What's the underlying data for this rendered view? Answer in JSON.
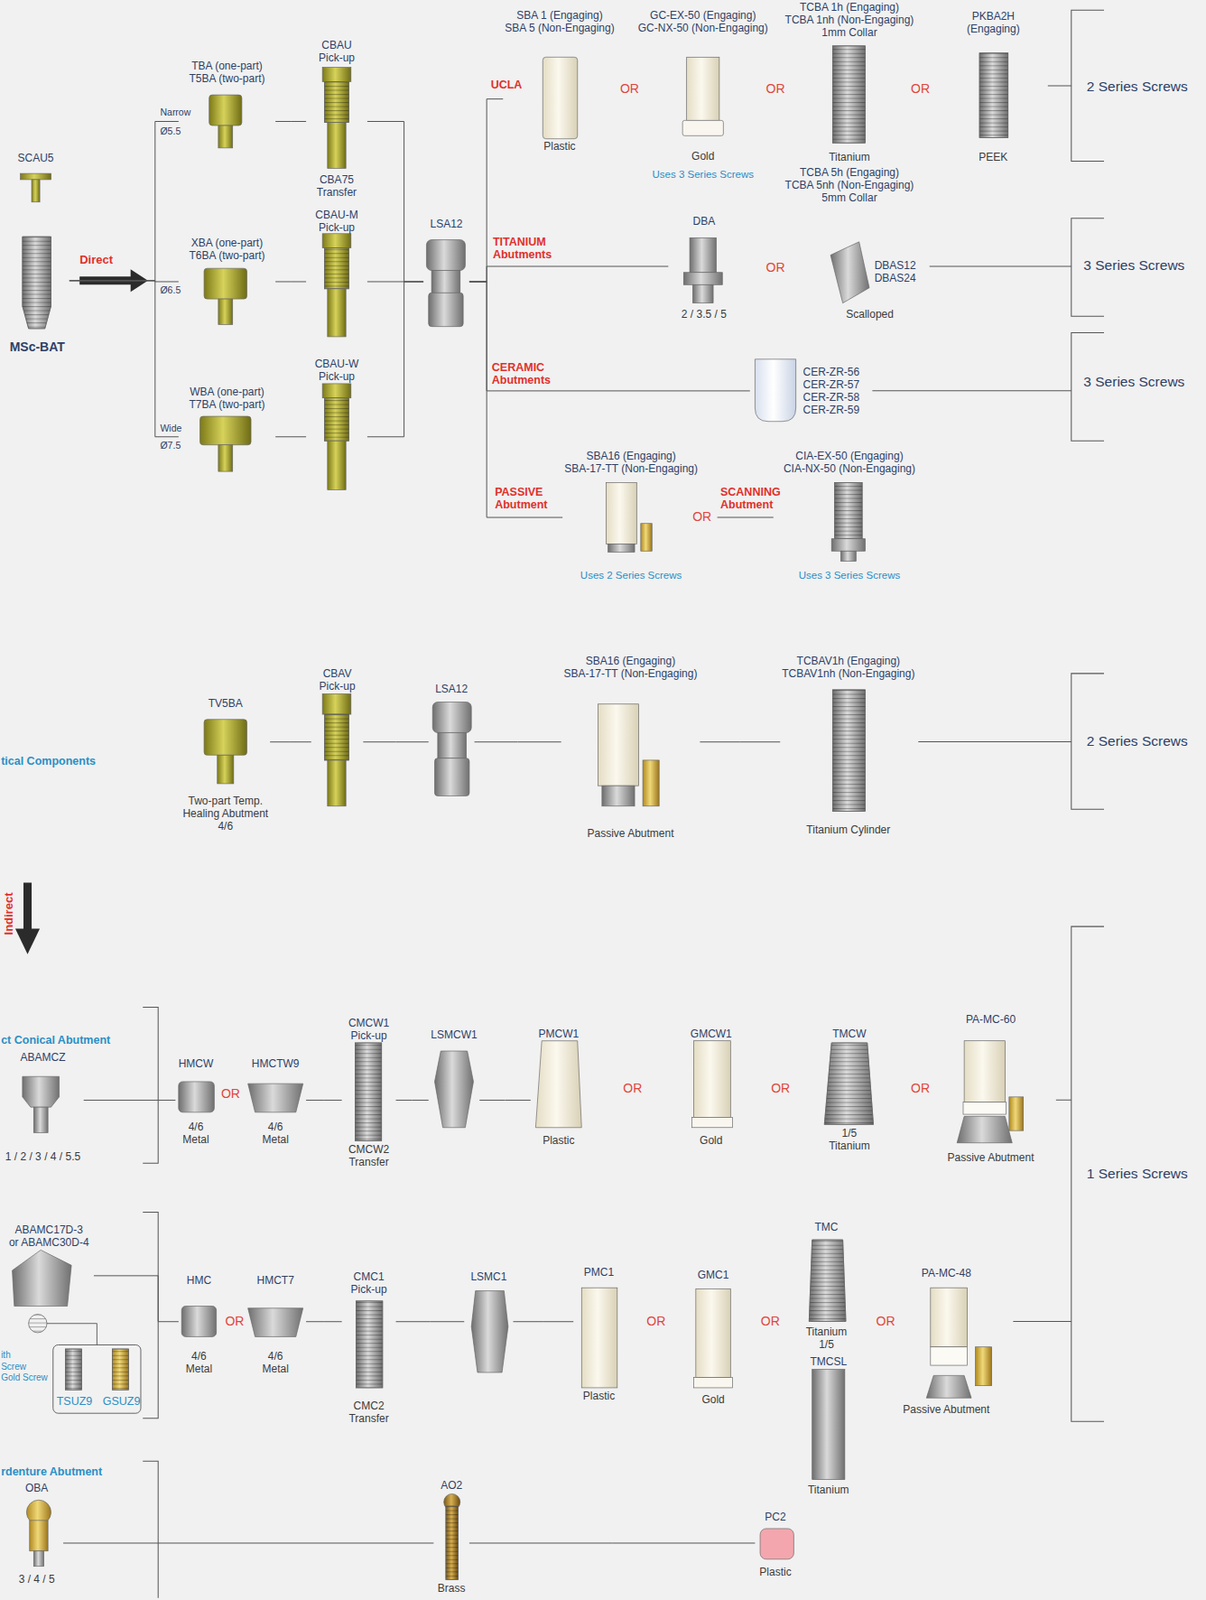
{
  "diagram": {
    "nodes": [
      {
        "text": [
          "SCAU5"
        ]
      },
      {
        "text": [
          "MSc-BAT"
        ]
      },
      {
        "text": [
          "TBA (one-part) T5BA (two-part)"
        ]
      },
      {
        "text": [
          "XBA (one-part) T6BA (two-part)"
        ]
      },
      {
        "text": [
          "WBA (one-part) T7BA (two-part)"
        ]
      },
      {
        "text": [
          "CBAU Pick-up",
          "CBA75 Transfer"
        ]
      },
      {
        "text": [
          "CBAU-M Pick-up"
        ]
      },
      {
        "text": [
          "CBAU-W Pick-up"
        ]
      },
      {
        "text": [
          "LSA12"
        ]
      },
      {
        "text": [
          "SBA 1 (Engaging) SBA 5 (Non-Engaging)",
          "Plastic"
        ]
      },
      {
        "text": [
          "GC-EX-50 (Engaging) GC-NX-50 (Non-Engaging)",
          "Gold",
          "Uses 3 Series Screws"
        ]
      },
      {
        "text": [
          "TCBA 1h (Engaging) TCBA 1nh (Non-Engaging) 1mm Collar",
          "Titanium",
          "TCBA 5h (Engaging) TCBA 5nh (Non-Engaging) 5mm Collar"
        ]
      },
      {
        "text": [
          "PKBA2H (Engaging)",
          "PEEK"
        ]
      },
      {
        "text": [
          "DBA",
          "2 / 3.5 / 5"
        ]
      },
      {
        "text": [
          "DBAS12 DBAS24",
          "Scalloped"
        ]
      },
      {
        "text": [
          "CER-ZR-56 CER-ZR-57 CER-ZR-58 CER-ZR-59"
        ]
      },
      {
        "text": [
          "SBA16 (Engaging) SBA-17-TT (Non-Engaging)",
          "Uses 2 Series Screws"
        ]
      },
      {
        "text": [
          "CIA-EX-50 (Engaging) CIA-NX-50 (Non-Engaging)",
          "Uses 3 Series Screws"
        ]
      },
      {
        "text": [
          "TV5BA",
          "Two-part Temp. Healing Abutment 4/6"
        ]
      },
      {
        "text": [
          "CBAV Pick-up"
        ]
      },
      {
        "text": [
          "LSA12"
        ]
      },
      {
        "text": [
          "SBA16 (Engaging) SBA-17-TT (Non-Engaging)",
          "Passive Abutment"
        ]
      },
      {
        "text": [
          "TCBAV1h (Engaging) TCBAV1nh (Non-Engaging)",
          "Titanium Cylinder"
        ]
      },
      {
        "text": [
          "ABAMCZ",
          "1 / 2 / 3 / 4 / 5.5"
        ]
      },
      {
        "text": [
          "HMCW",
          "4/6 Metal"
        ]
      },
      {
        "text": [
          "HMCTW9",
          "4/6 Metal"
        ]
      },
      {
        "text": [
          "CMCW1 Pick-up",
          "CMCW2 Transfer"
        ]
      },
      {
        "text": [
          "LSMCW1"
        ]
      },
      {
        "text": [
          "PMCW1",
          "Plastic"
        ]
      },
      {
        "text": [
          "GMCW1",
          "Gold"
        ]
      },
      {
        "text": [
          "TMCW",
          "1/5 Titanium"
        ]
      },
      {
        "text": [
          "PA-MC-60",
          "Passive Abutment"
        ]
      },
      {
        "text": [
          "ABAMC17D-3 or ABAMC30D-4"
        ]
      },
      {
        "text": [
          "TSUZ9"
        ]
      },
      {
        "text": [
          "GSUZ9"
        ]
      },
      {
        "text": [
          "HMC",
          "4/6 Metal"
        ]
      },
      {
        "text": [
          "HMCT7",
          "4/6 Metal"
        ]
      },
      {
        "text": [
          "CMC1 Pick-up",
          "CMC2 Transfer"
        ]
      },
      {
        "text": [
          "LSMC1"
        ]
      },
      {
        "text": [
          "PMC1",
          "Plastic"
        ]
      },
      {
        "text": [
          "GMC1",
          "Gold"
        ]
      },
      {
        "text": [
          "TMC",
          "Titanium 1/5"
        ]
      },
      {
        "text": [
          "TMCSL",
          "Titanium"
        ]
      },
      {
        "text": [
          "PA-MC-48",
          "Passive Abutment"
        ]
      },
      {
        "text": [
          "OBA",
          "3 / 4 / 5"
        ]
      },
      {
        "text": [
          "AO2",
          "Brass"
        ]
      },
      {
        "text": [
          "PC2",
          "Plastic"
        ]
      }
    ],
    "edges": [
      {
        "from": 1,
        "to": 2,
        "arrow": "none"
      },
      {
        "from": 1,
        "to": 3,
        "arrow": "none"
      },
      {
        "from": 1,
        "to": 4,
        "arrow": "none"
      },
      {
        "from": 2,
        "to": 5,
        "arrow": "none"
      },
      {
        "from": 3,
        "to": 6,
        "arrow": "none"
      },
      {
        "from": 4,
        "to": 7,
        "arrow": "none"
      },
      {
        "from": 5,
        "to": 8,
        "arrow": "none"
      },
      {
        "from": 6,
        "to": 8,
        "arrow": "none"
      },
      {
        "from": 7,
        "to": 8,
        "arrow": "none"
      },
      {
        "from": 8,
        "to": 9,
        "arrow": "none"
      },
      {
        "from": 8,
        "to": 13,
        "arrow": "none"
      },
      {
        "from": 8,
        "to": 15,
        "arrow": "none"
      },
      {
        "from": 8,
        "to": 16,
        "arrow": "none"
      },
      {
        "from": 18,
        "to": 19,
        "arrow": "none"
      },
      {
        "from": 19,
        "to": 20,
        "arrow": "none"
      },
      {
        "from": 20,
        "to": 21,
        "arrow": "none"
      },
      {
        "from": 21,
        "to": 22,
        "arrow": "none"
      },
      {
        "from": 23,
        "to": 24,
        "arrow": "none"
      },
      {
        "from": 25,
        "to": 26,
        "arrow": "none"
      },
      {
        "from": 26,
        "to": 27,
        "arrow": "none"
      },
      {
        "from": 27,
        "to": 28,
        "arrow": "none"
      },
      {
        "from": 32,
        "to": 35,
        "arrow": "none"
      },
      {
        "from": 36,
        "to": 37,
        "arrow": "none"
      },
      {
        "from": 37,
        "to": 38,
        "arrow": "none"
      },
      {
        "from": 38,
        "to": 39,
        "arrow": "none"
      },
      {
        "from": 44,
        "to": 45,
        "arrow": "none"
      },
      {
        "from": 45,
        "to": 46,
        "arrow": "none"
      }
    ],
    "labels": [
      "Narrow",
      "Ø5.5",
      "Ø6.5",
      "Wide",
      "Ø7.5",
      "Direct",
      "UCLA",
      "TITANIUM Abutments",
      "CERAMIC Abutments",
      "PASSIVE Abutment",
      "SCANNING Abutment",
      "OR",
      "OR",
      "OR",
      "OR",
      "OR",
      "2 Series Screws",
      "3 Series Screws",
      "3 Series Screws",
      "tical Components",
      "2 Series Screws",
      "Indirect",
      "ct Conical Abutment",
      "OR",
      "OR",
      "OR",
      "OR",
      "1 Series Screws",
      "ith",
      "Screw",
      "Gold Screw",
      "OR",
      "OR",
      "OR",
      "OR",
      "rdenture Abutment"
    ]
  }
}
